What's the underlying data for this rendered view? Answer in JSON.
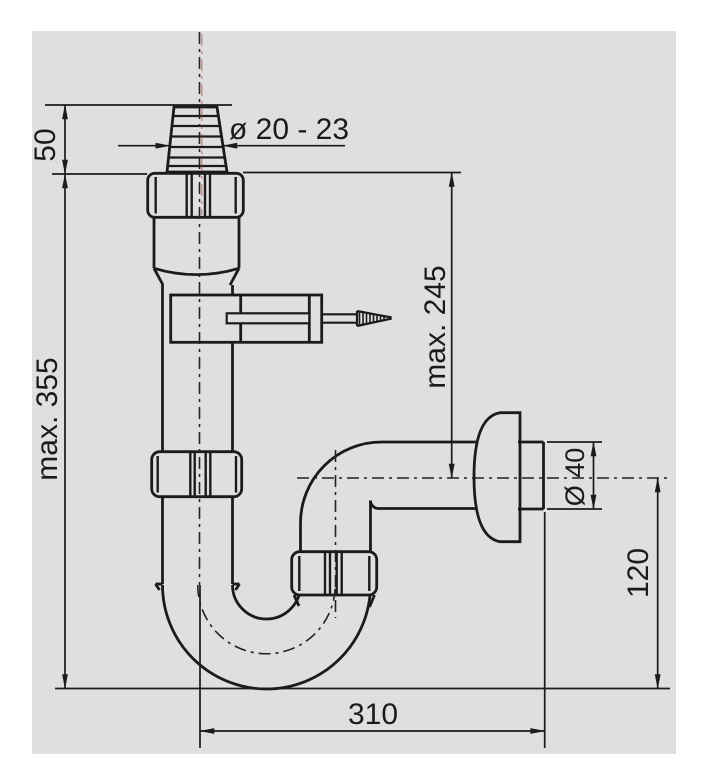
{
  "drawing": {
    "kind": "technical dimensional drawing of a pipe trap (siphon) with hose connector, wall bracket and wall outlet",
    "colors": {
      "page_bg": "#ffffff",
      "panel_bg": "#dfdfdf",
      "line": "#1b1b1b",
      "centerline_accent": "#9a4038"
    },
    "dims": {
      "hose_height": "50",
      "hose_diameter": "ø 20 - 23",
      "inlet_to_outlet_max": "max. 245",
      "total_height_max": "max. 355",
      "outlet_diameter": "Ø 40",
      "outlet_center_height": "120",
      "horizontal_reach": "310"
    }
  }
}
